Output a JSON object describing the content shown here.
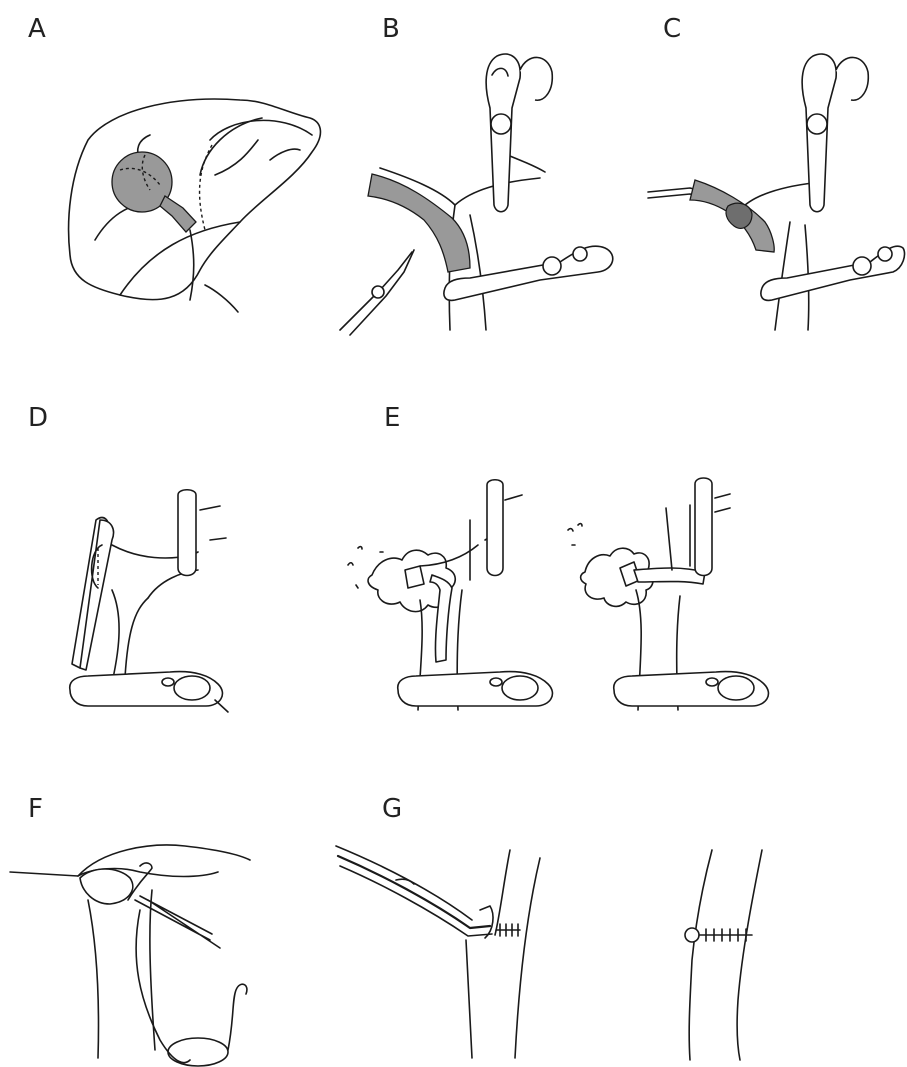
{
  "panels": {
    "a": {
      "label": "A"
    },
    "b": {
      "label": "B"
    },
    "c": {
      "label": "C"
    },
    "d": {
      "label": "D"
    },
    "e": {
      "label": "E"
    },
    "f": {
      "label": "F"
    },
    "g": {
      "label": "G"
    }
  },
  "colors": {
    "line": "#1a1a1a",
    "shade": "#999999",
    "dark_shade": "#6e6e6e",
    "background": "#ffffff"
  }
}
